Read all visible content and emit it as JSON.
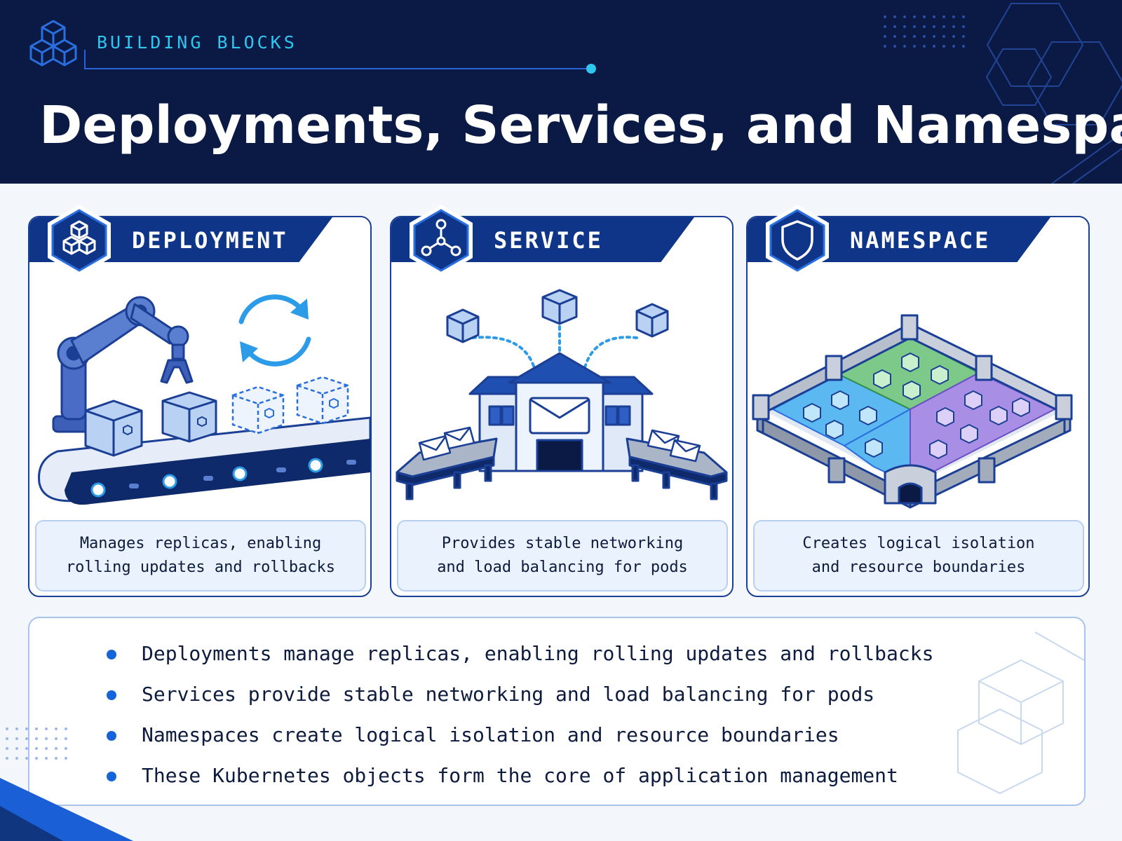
{
  "header": {
    "eyebrow": "BUILDING BLOCKS",
    "title": "Deployments, Services, and Namespaces"
  },
  "cards": [
    {
      "title": "DEPLOYMENT",
      "icon": "cubes-icon",
      "desc_line1": "Manages replicas, enabling",
      "desc_line2": "rolling updates and rollbacks"
    },
    {
      "title": "SERVICE",
      "icon": "network-nodes-icon",
      "desc_line1": "Provides stable networking",
      "desc_line2": "and load balancing for pods"
    },
    {
      "title": "NAMESPACE",
      "icon": "shield-icon",
      "desc_line1": "Creates logical isolation",
      "desc_line2": "and resource boundaries"
    }
  ],
  "summary": {
    "items": [
      "Deployments manage replicas, enabling rolling updates and rollbacks",
      "Services provide stable networking and load balancing for pods",
      "Namespaces create logical isolation and resource boundaries",
      "These Kubernetes objects form the core of application management"
    ]
  },
  "colors": {
    "header_bg": "#0a1a45",
    "accent_cyan": "#2fc7ef",
    "primary_blue": "#0f3588",
    "bullet_blue": "#1565d8",
    "zone_blue": "#5bb8f0",
    "zone_green": "#7cc98a",
    "zone_purple": "#a98ee6"
  }
}
